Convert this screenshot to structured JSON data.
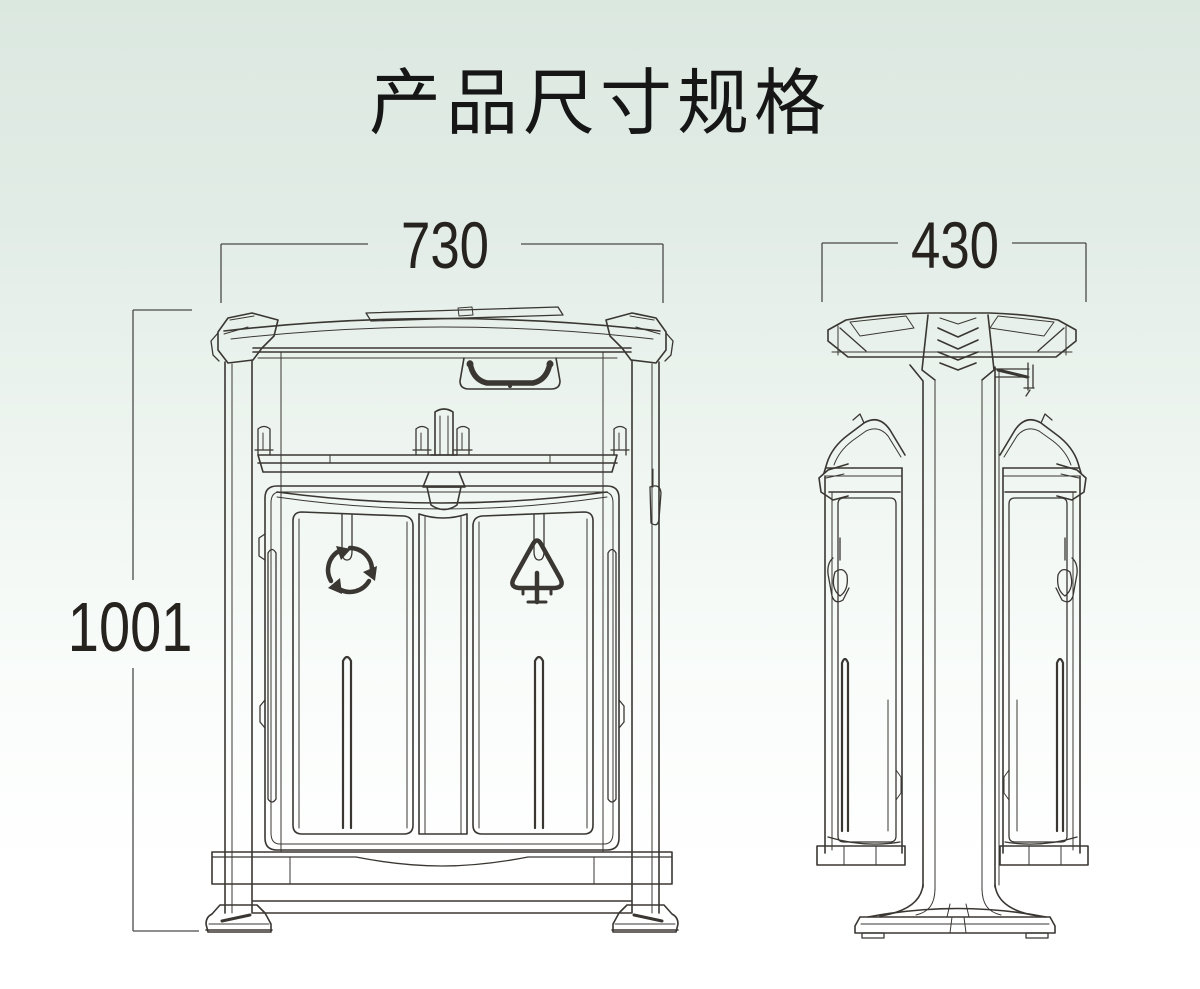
{
  "title": "产品尺寸规格",
  "dimensions": {
    "front_width": "730",
    "front_height": "1001",
    "side_width": "430"
  },
  "views": {
    "front": "front-view",
    "side": "side-view"
  },
  "icons": {
    "left_door": "recycling-icon",
    "right_door": "other-waste-icon"
  },
  "colors": {
    "background_top": "#dbe8e0",
    "background_bottom": "#ffffff",
    "line": "#3a3733",
    "dimension_line": "#4a4a4a",
    "text": "#1c1c1c"
  }
}
